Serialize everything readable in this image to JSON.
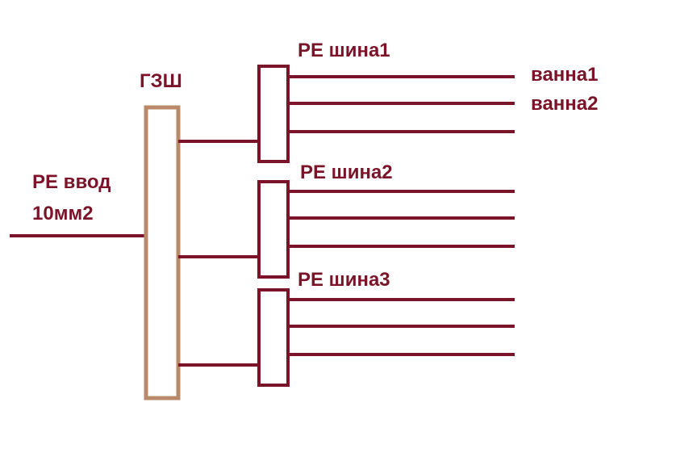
{
  "colors": {
    "wire": "#7b1428",
    "main_bus": "#b98a6a",
    "text": "#7b1428",
    "background": "#ffffff"
  },
  "labels": {
    "main_bus": "ГЗШ",
    "input_line1": "PE ввод",
    "input_line2": "10мм2",
    "bus1": "PE шина1",
    "bus2": "PE шина2",
    "bus3": "PE шина3",
    "outlet1": "ванна1",
    "outlet2": "ванна2"
  }
}
